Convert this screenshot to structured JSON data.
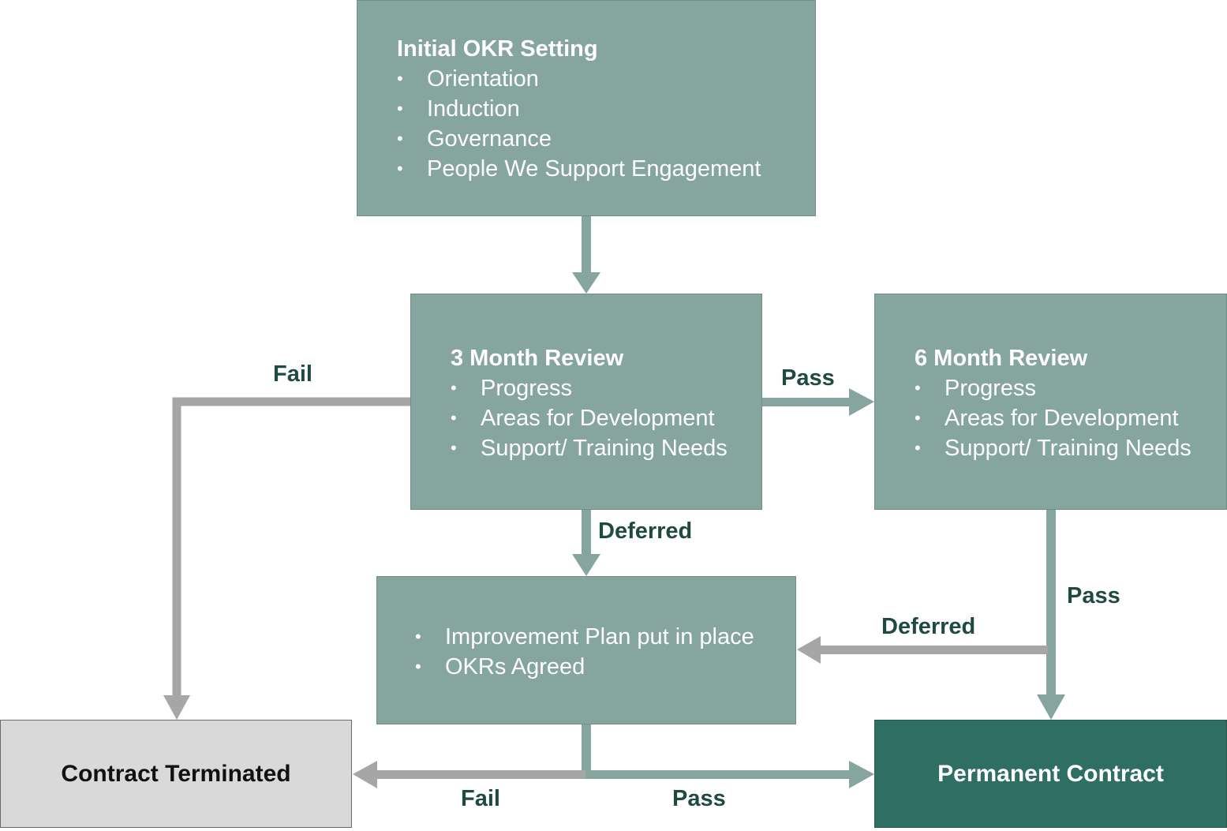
{
  "nodes": {
    "initial": {
      "title": "Initial OKR Setting",
      "items": [
        "Orientation",
        "Induction",
        "Governance",
        "People We Support Engagement"
      ]
    },
    "three_month": {
      "title": "3 Month Review",
      "items": [
        "Progress",
        "Areas for Development",
        "Support/ Training Needs"
      ]
    },
    "six_month": {
      "title": "6 Month Review",
      "items": [
        "Progress",
        "Areas for Development",
        "Support/ Training Needs"
      ]
    },
    "improvement": {
      "items": [
        "Improvement Plan put in place",
        "OKRs Agreed"
      ]
    },
    "terminated": {
      "label": "Contract Terminated"
    },
    "permanent": {
      "label": "Permanent Contract"
    }
  },
  "edges": {
    "three_fail": "Fail",
    "three_pass": "Pass",
    "three_deferred": "Deferred",
    "six_pass": "Pass",
    "six_deferred": "Deferred",
    "improvement_fail": "Fail",
    "improvement_pass": "Pass"
  },
  "colors": {
    "box_fill": "#85a59e",
    "green_connector": "#85a59e",
    "fail_connector": "#a6a6a6",
    "terminated_fill": "#d9d9d9",
    "permanent_fill": "#2f6e63",
    "edge_label": "#1e4a41"
  }
}
